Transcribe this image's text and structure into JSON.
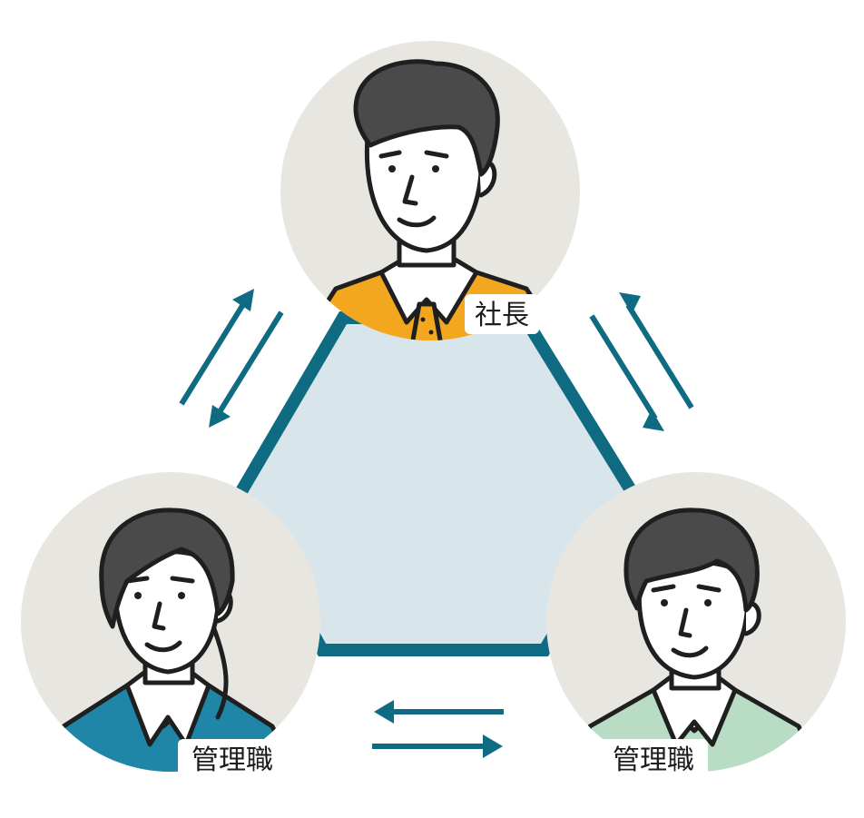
{
  "colors": {
    "teal": "#0f6b82",
    "triangle_fill": "#d8e6ec",
    "circle_bg": "#e8e6e1",
    "line": "#1f1f1f",
    "skin": "#ffffff",
    "hair": "#4a4a4a",
    "president_jacket": "#f2a71e",
    "left_jacket": "#1f86a8",
    "right_jacket": "#b9dcc4"
  },
  "nodes": {
    "top": {
      "label": "社長",
      "icon": "president-portrait"
    },
    "left": {
      "label": "管理職",
      "icon": "manager-woman-portrait"
    },
    "right": {
      "label": "管理職",
      "icon": "manager-man-portrait"
    }
  },
  "arrows": {
    "left_edge": "bidirectional",
    "right_edge": "bidirectional",
    "bottom_edge": "bidirectional"
  }
}
